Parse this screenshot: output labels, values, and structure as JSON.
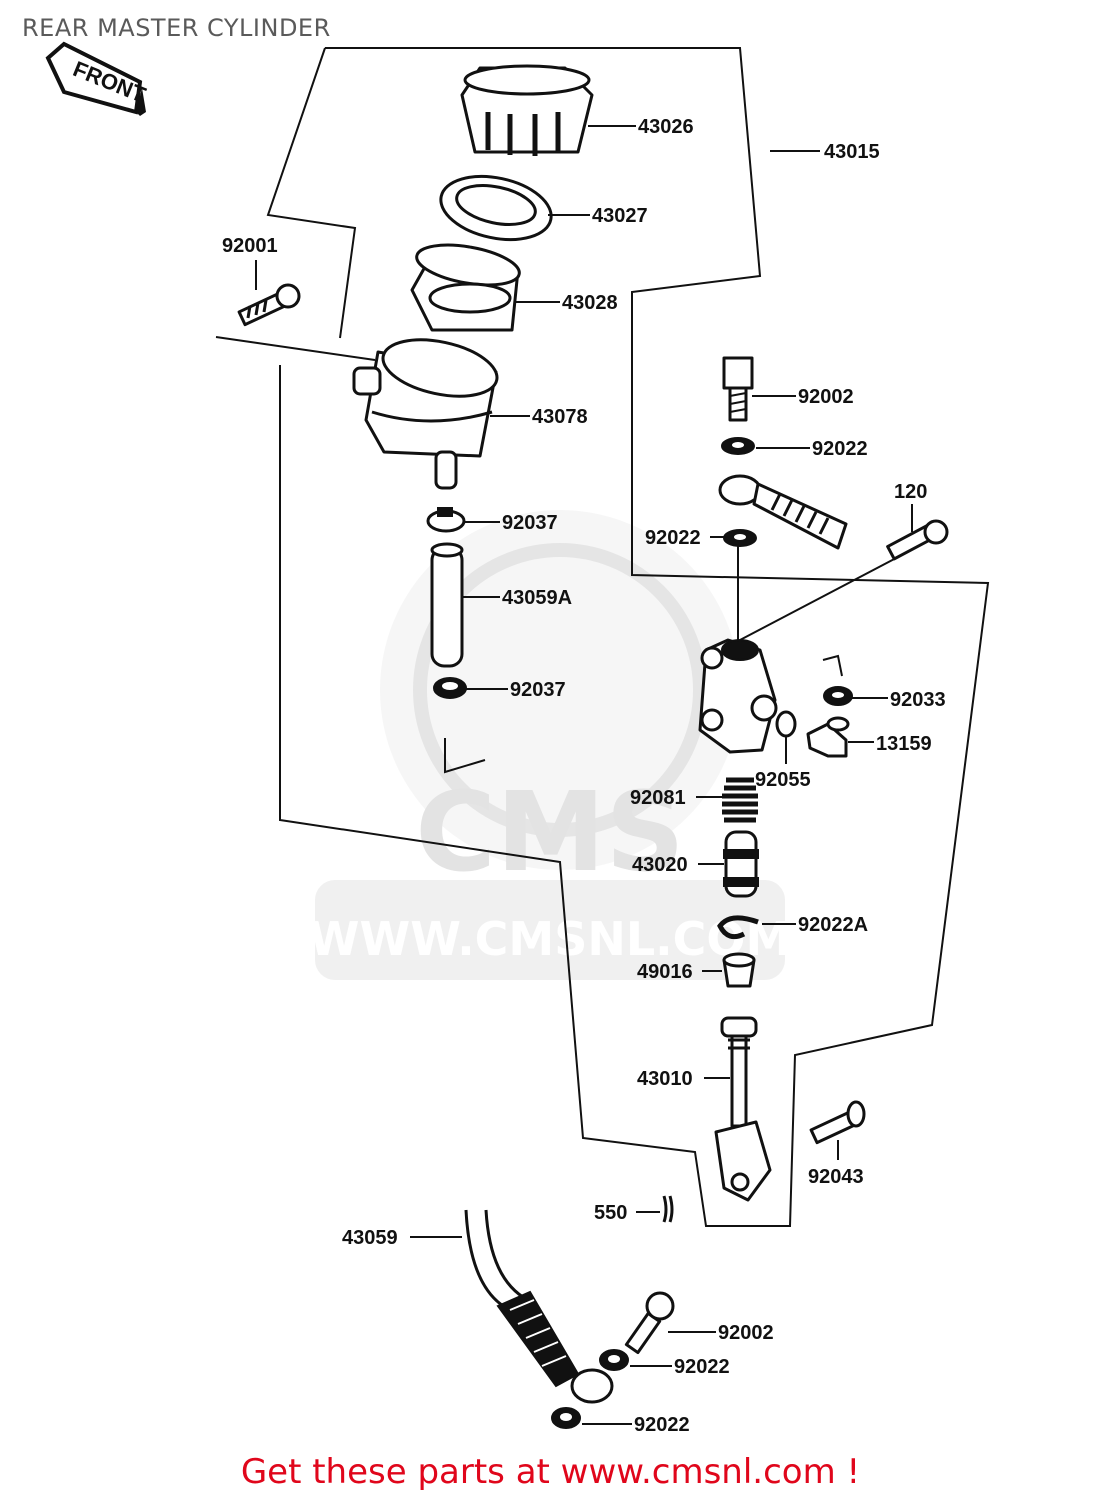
{
  "title": "REAR MASTER CYLINDER",
  "front_arrow_label": "FRONT",
  "watermark": {
    "logo_text": "CMS",
    "url_text": "WWW.CMSNL.COM"
  },
  "callouts": [
    {
      "part": "43026"
    },
    {
      "part": "43015"
    },
    {
      "part": "43027"
    },
    {
      "part": "92001"
    },
    {
      "part": "43028"
    },
    {
      "part": "43078"
    },
    {
      "part": "92002"
    },
    {
      "part": "92022"
    },
    {
      "part": "120"
    },
    {
      "part": "92022"
    },
    {
      "part": "92037"
    },
    {
      "part": "43059A"
    },
    {
      "part": "92037"
    },
    {
      "part": "92033"
    },
    {
      "part": "13159"
    },
    {
      "part": "92055"
    },
    {
      "part": "92081"
    },
    {
      "part": "43020"
    },
    {
      "part": "92022A"
    },
    {
      "part": "49016"
    },
    {
      "part": "43010"
    },
    {
      "part": "92043"
    },
    {
      "part": "550"
    },
    {
      "part": "43059"
    },
    {
      "part": "92002"
    },
    {
      "part": "92022"
    },
    {
      "part": "92022"
    }
  ],
  "footer": "Get these parts at www.cmsnl.com !"
}
